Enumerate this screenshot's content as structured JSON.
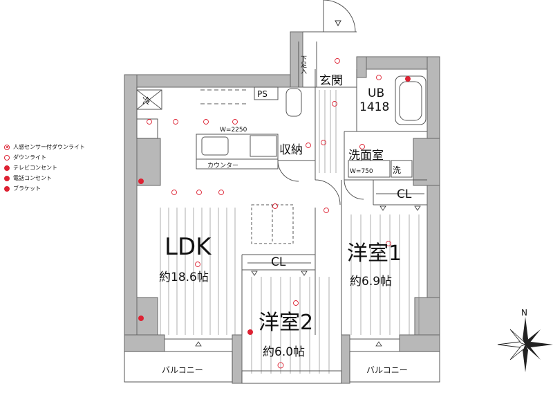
{
  "legend": [
    {
      "icon": "sensor-downlight-icon",
      "label": "人感センサー付ダウンライト"
    },
    {
      "icon": "downlight-icon",
      "label": "ダウンライト"
    },
    {
      "icon": "tv-outlet-icon",
      "label": "テレビコンセント"
    },
    {
      "icon": "phone-outlet-icon",
      "label": "電話コンセント"
    },
    {
      "icon": "bracket-light-icon",
      "label": "ブラケット"
    }
  ],
  "rooms": {
    "ldk": {
      "name": "LDK",
      "area": "約18.6帖"
    },
    "western1": {
      "name": "洋室1",
      "area": "約6.9帖"
    },
    "western2": {
      "name": "洋室2",
      "area": "約6.0帖"
    },
    "entrance": "玄関",
    "storage": "収納",
    "washroom": "洗面室",
    "bath": {
      "name": "UB",
      "size": "1418"
    },
    "shoe_box": "下足入",
    "balcony_left": "バルコニー",
    "balcony_right": "バルコニー"
  },
  "labels": {
    "ps": "PS",
    "refrigerator": "冷",
    "counter": "カウンター",
    "kitchen_width": "W=2250",
    "wash_width": "W=750",
    "washer": "洗",
    "closet_1": "CL",
    "closet_2": "CL",
    "compass": "N"
  }
}
